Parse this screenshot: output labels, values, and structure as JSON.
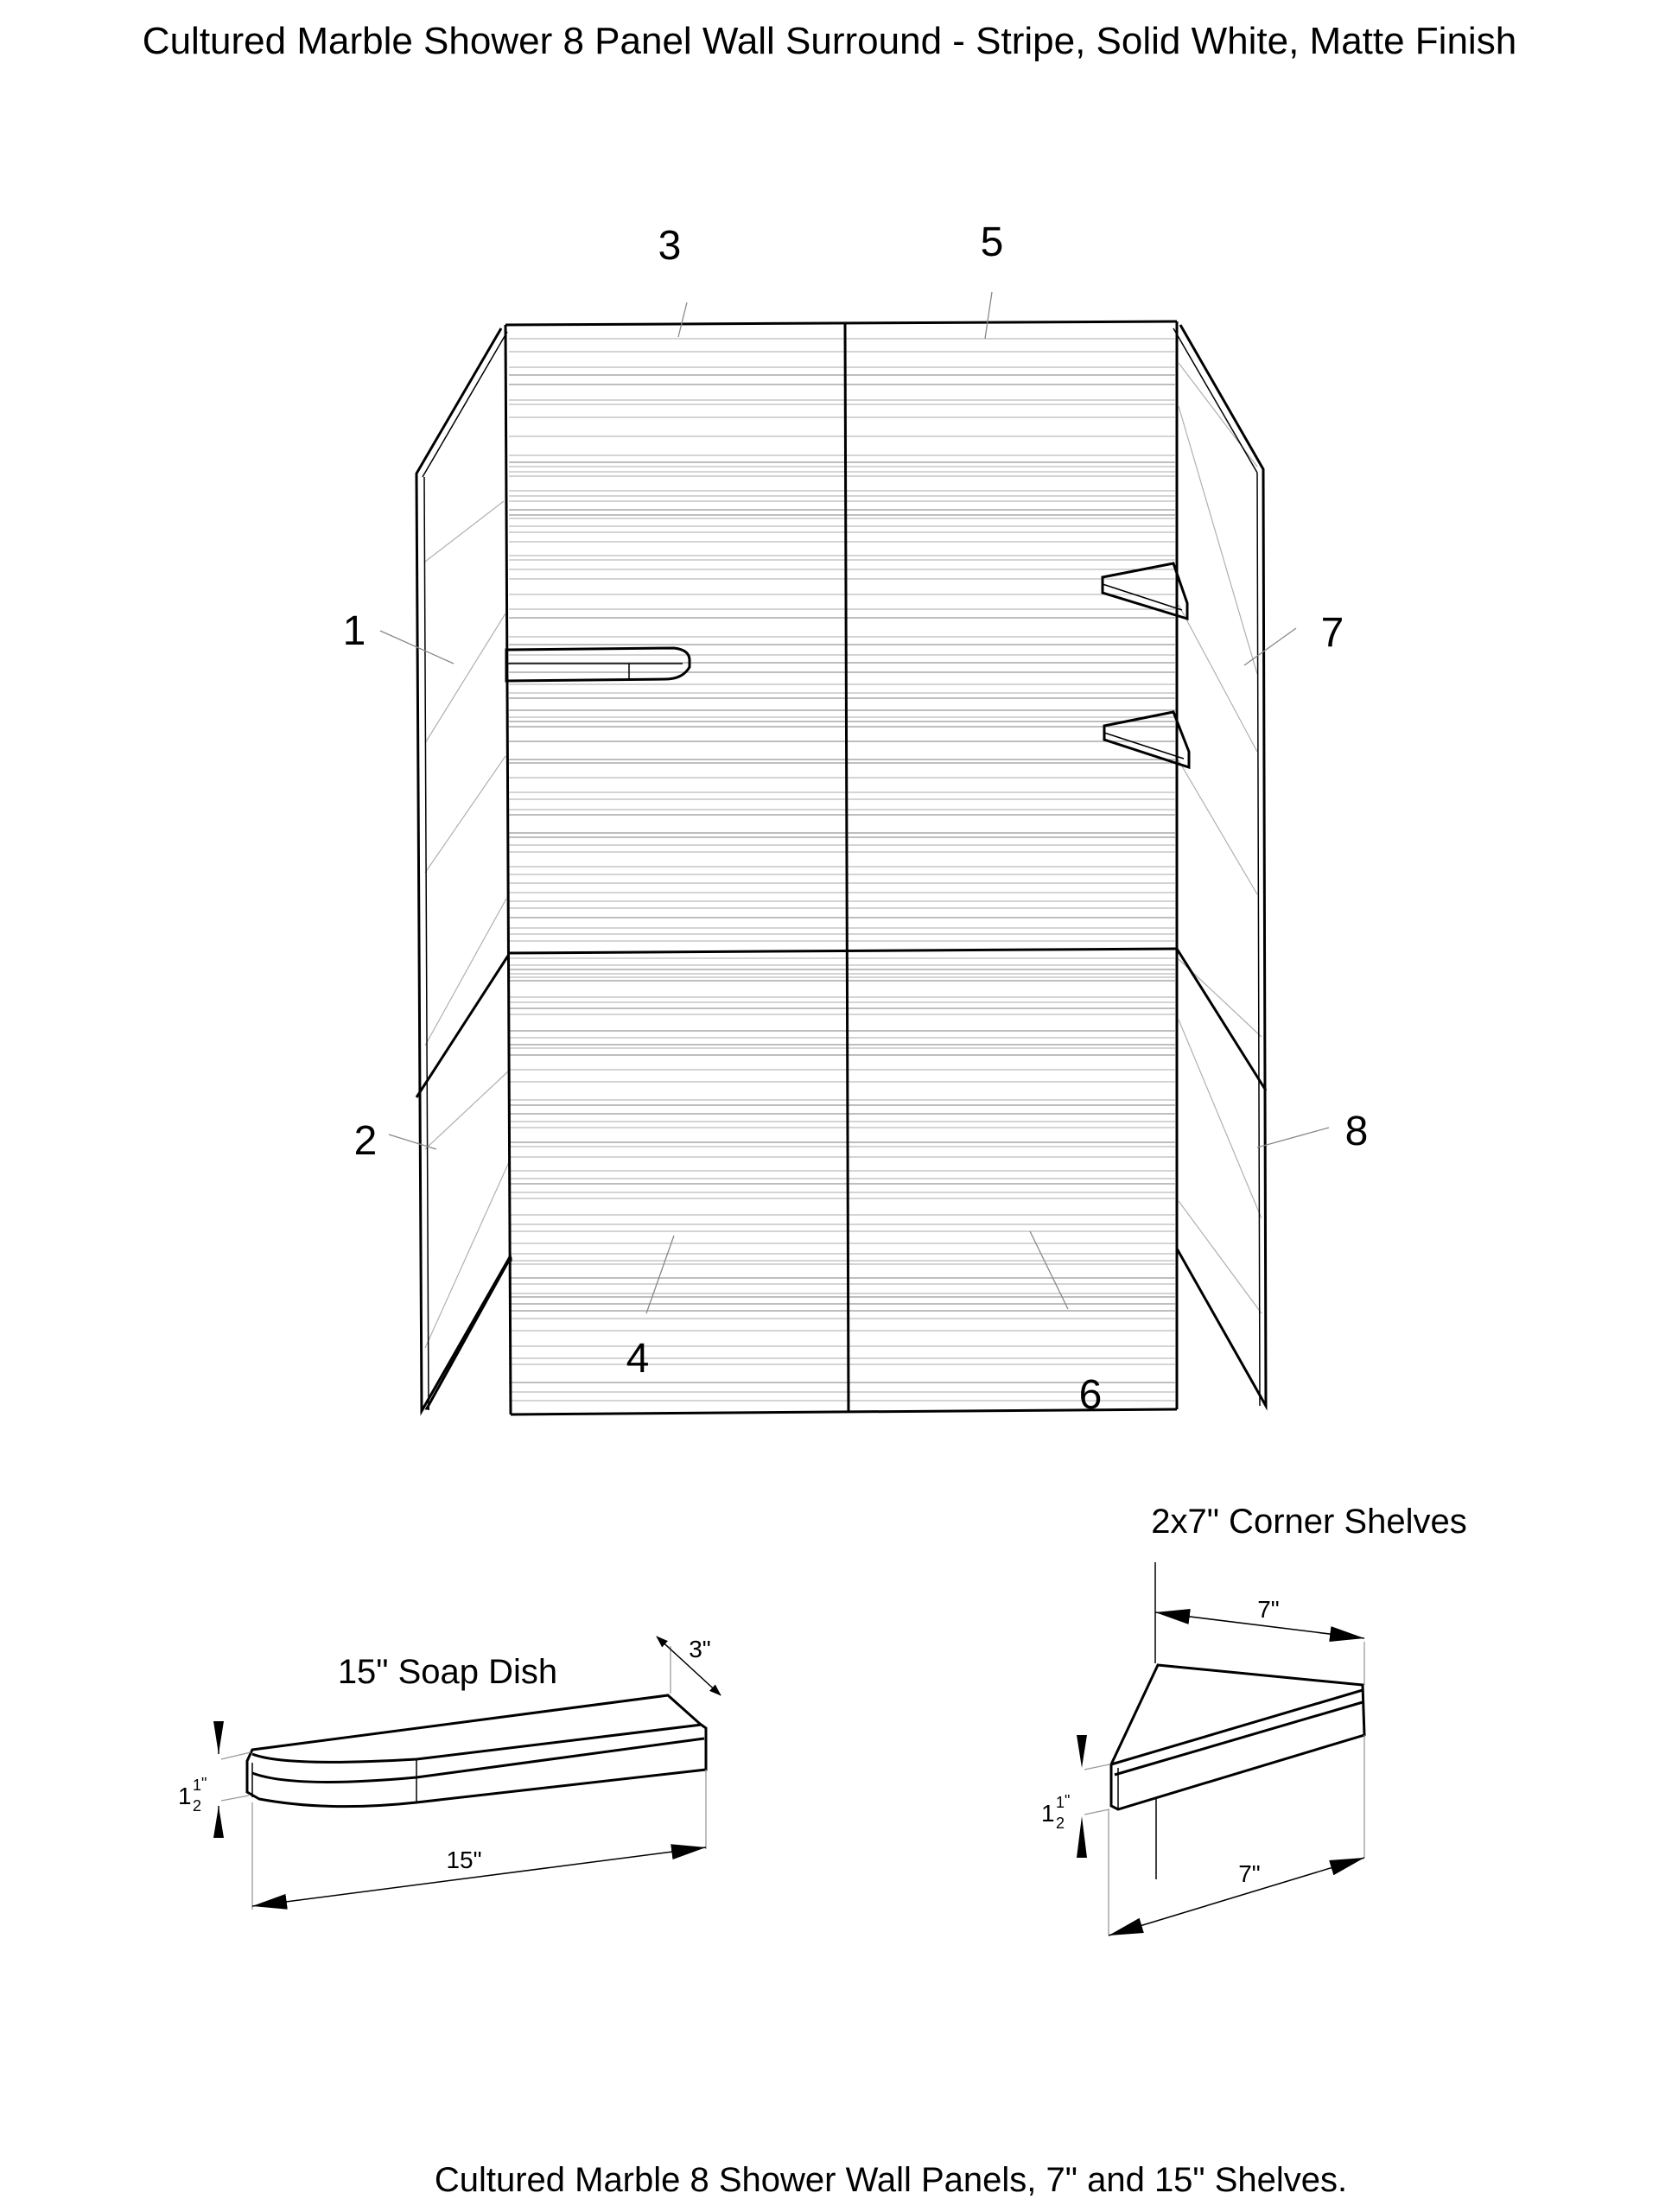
{
  "title": "Cultured Marble Shower 8 Panel Wall Surround - Stripe, Solid White, Matte Finish",
  "panels": {
    "p1": "1",
    "p2": "2",
    "p3": "3",
    "p4": "4",
    "p5": "5",
    "p6": "6",
    "p7": "7",
    "p8": "8"
  },
  "soap_dish": {
    "title": "15\" Soap Dish",
    "length": "15\"",
    "depth": "3\"",
    "height_whole": "1",
    "height_frac_num": "1",
    "height_frac_den": "2",
    "height_unit": "\""
  },
  "corner_shelves": {
    "title": "2x7\" Corner Shelves",
    "side_a": "7\"",
    "side_b": "7\"",
    "height_whole": "1",
    "height_frac_num": "1",
    "height_frac_den": "2",
    "height_unit": "\""
  },
  "caption": "Cultured Marble 8 Shower Wall Panels, 7\" and 15\" Shelves.",
  "colors": {
    "line": "#000000",
    "stripe": "#9a9a9a"
  }
}
